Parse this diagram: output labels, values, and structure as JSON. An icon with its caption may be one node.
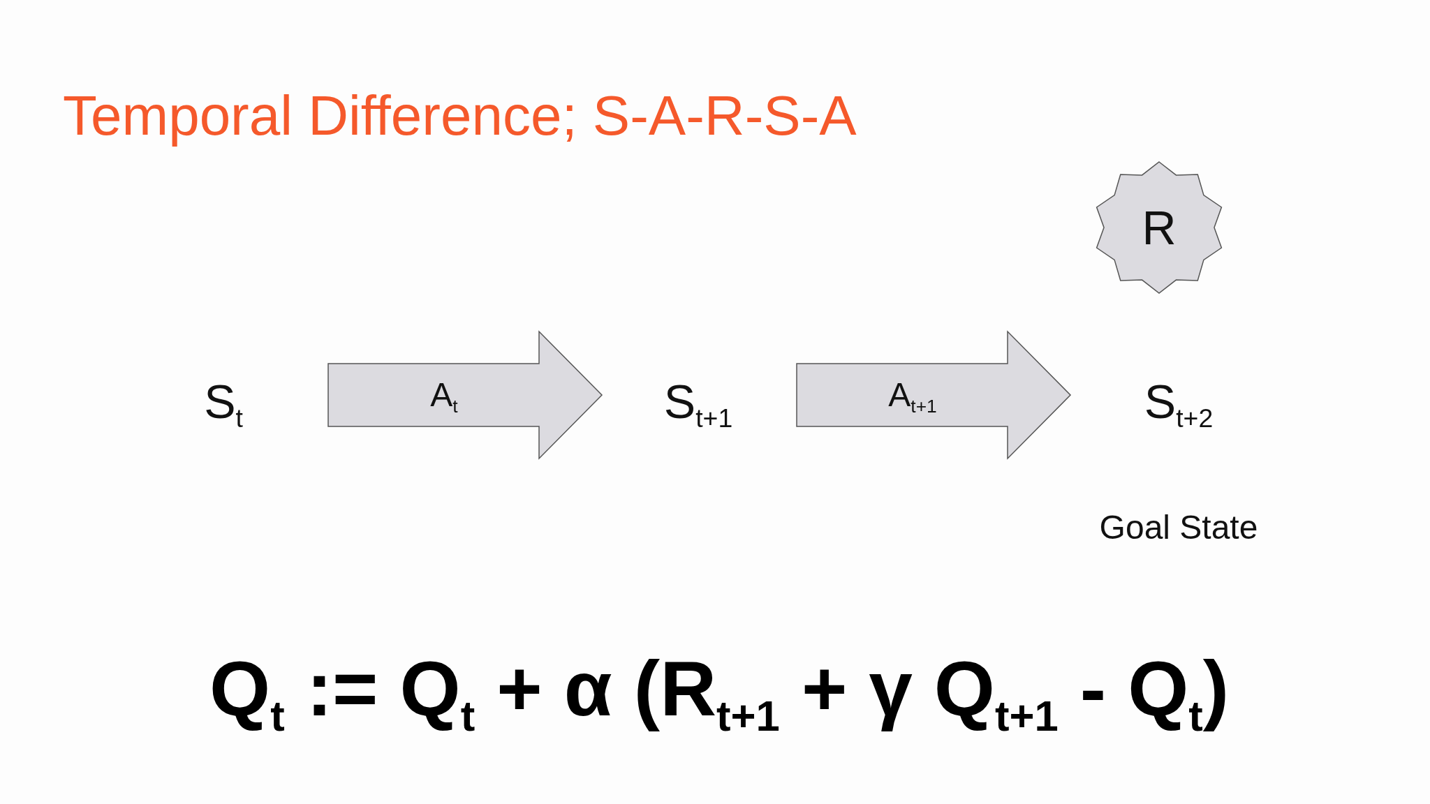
{
  "diagram": {
    "title": "Temporal Difference; S-A-R-S-A",
    "nodes": [
      {
        "text": [
          "R"
        ]
      },
      {
        "text": [
          "S$_{t}$"
        ]
      },
      {
        "text": [
          "A$_{t}$"
        ]
      },
      {
        "text": [
          "S$_{t+1}$"
        ]
      },
      {
        "text": [
          "A$_{t+1}$"
        ]
      },
      {
        "text": [
          "S$_{t+2}$"
        ],
        "beside": [
          "Goal State"
        ]
      }
    ],
    "labels": [
      "Q$_{t}$ := Q$_{t}$ + α (R$_{t+1}$ + γ Q$_{t+1}$ - Q$_{t}$)"
    ]
  }
}
